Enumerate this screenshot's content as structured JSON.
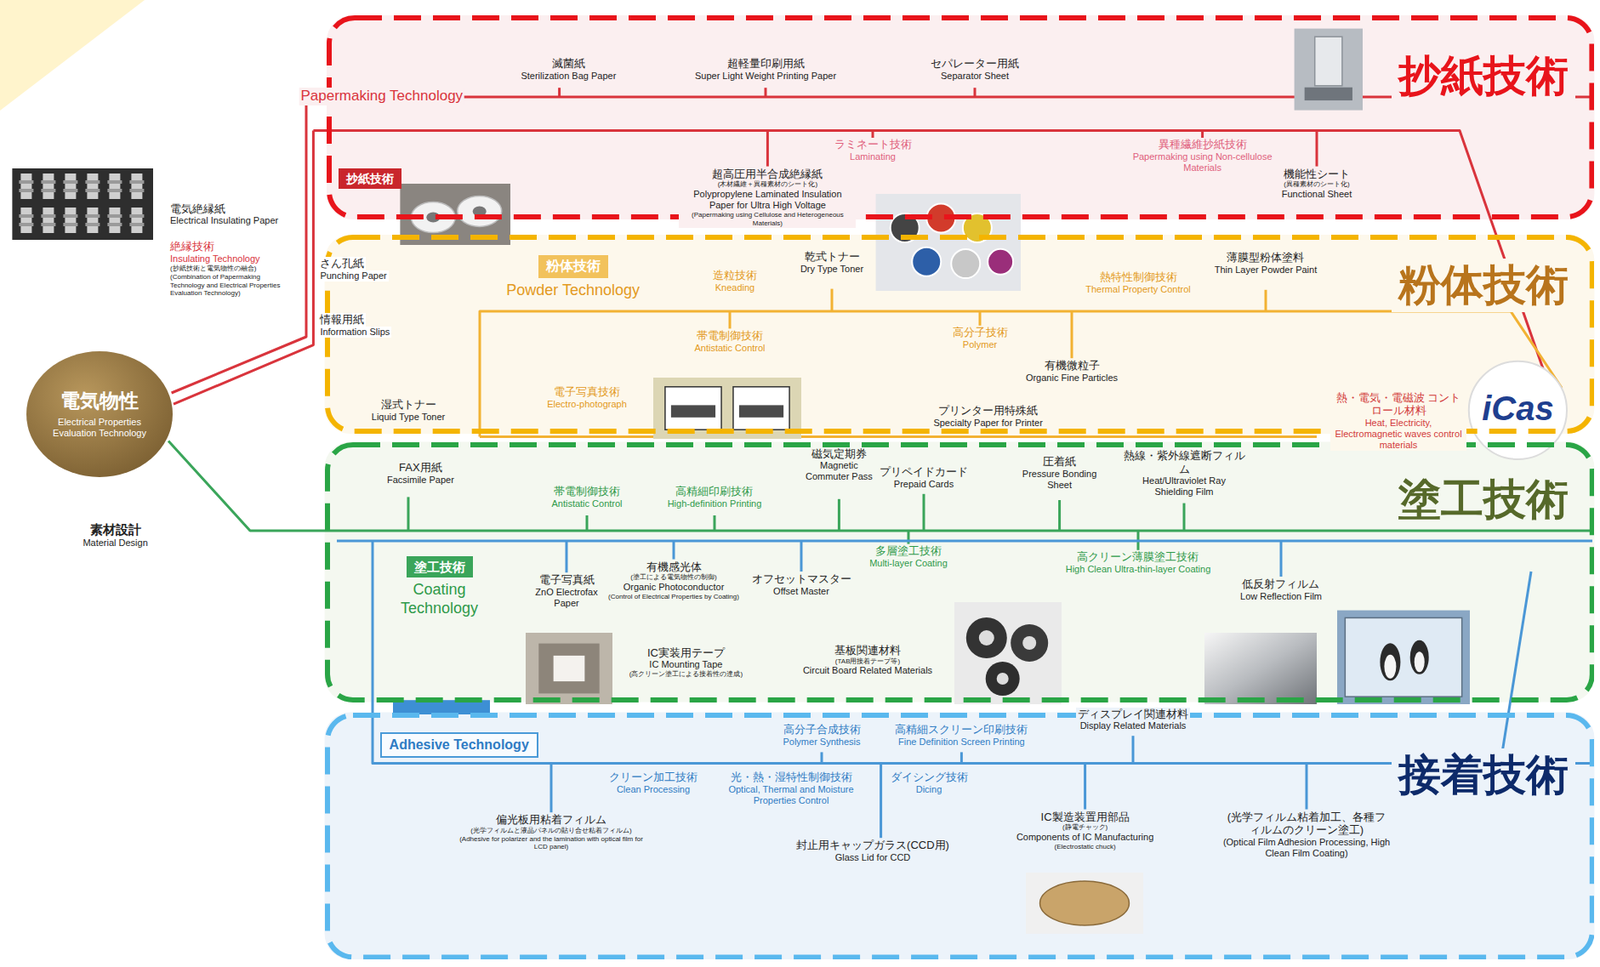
{
  "diagram": {
    "nodes": [
      {
        "text": [
          "抄紙技術"
        ]
      },
      {
        "text": [
          "抄紙技術"
        ],
        "in": 0
      },
      {
        "text": [
          "粉体技術"
        ]
      },
      {
        "text": [
          "粉体技術",
          "Powder Technology"
        ],
        "in": 2
      },
      {
        "text": [
          "塗工技術"
        ]
      },
      {
        "text": [
          "塗工技術",
          "Coating Technology"
        ],
        "in": 4
      },
      {
        "text": [
          "接着技術"
        ]
      },
      {
        "text": [
          "Adhesive Technology"
        ],
        "in": 6
      },
      {
        "text": [
          "電気物性",
          "Electrical Properties Evaluation Technology"
        ]
      }
    ],
    "labels": [
      "滅菌紙",
      "Sterilization Bag Paper",
      "超軽量印刷用紙",
      "Super Light Weight Printing Paper",
      "セパレーター用紙",
      "Separator Sheet",
      "Papermaking Technology",
      "ラミネート技術",
      "Laminating",
      "異種繊維抄紙技術",
      "Papermaking using Non-cellulose Materials",
      "超高圧用半合成絶縁紙",
      "(木材繊維＋異種素材のシート化)",
      "Polypropylene Laminated Insulation Paper for Ultra High Voltage",
      "(Papermaking using Cellulose and Heterogeneous Materials)",
      "機能性シート",
      "(異種素材のシート化)",
      "Functional Sheet",
      "電気絶縁紙",
      "Electrical Insulating Paper",
      "絶縁技術",
      "Insulating Technology",
      "(抄紙技術と電気物性の融合)",
      "(Combination of Papermaking Technology and Electrical Properties Evaluation Technology)",
      "さん孔紙",
      "Punching Paper",
      "情報用紙",
      "Information Slips",
      "素材設計",
      "Material Design",
      "造粒技術",
      "Kneading",
      "乾式トナー",
      "Dry Type Toner",
      "熱特性制御技術",
      "Thermal Property Control",
      "薄膜型粉体塗料",
      "Thin Layer Powder Paint",
      "帯電制御技術",
      "Antistatic Control",
      "高分子技術",
      "Polymer",
      "有機微粒子",
      "Organic Fine Particles",
      "電子写真技術",
      "Electro-photograph",
      "湿式トナー",
      "Liquid Type Toner",
      "プリンター用特殊紙",
      "Specialty Paper for Printer",
      "熱・電気・電磁波 コントロール材料",
      "Heat, Electricity, Electromagnetic waves control materials",
      "iCas",
      "FAX用紙",
      "Facsimile Paper",
      "磁気定期券",
      "Magnetic Commuter Pass",
      "プリペイドカード",
      "Prepaid Cards",
      "圧着紙",
      "Pressure Bonding Sheet",
      "熱線・紫外線遮断フィルム",
      "Heat/Ultraviolet Ray Shielding Film",
      "帯電制御技術",
      "Antistatic Control",
      "高精細印刷技術",
      "High-definition Printing",
      "多層塗工技術",
      "Multi-layer Coating",
      "高クリーン薄膜塗工技術",
      "High Clean Ultra-thin-layer Coating",
      "電子写真紙",
      "ZnO Electrofax Paper",
      "有機感光体",
      "(塗工による電気物性の制御)",
      "Organic Photoconductor",
      "(Control of Electrical Properties by Coating)",
      "オフセットマスター",
      "Offset Master",
      "低反射フィルム",
      "Low Reflection Film",
      "IC実装用テープ",
      "IC Mounting Tape",
      "(高クリーン塗工による接着性の達成)",
      "基板関連材料",
      "(TAB用接着テープ等)",
      "Circuit Board Related Materials",
      "ディスプレイ関連材料",
      "Display Related Materials",
      "高分子合成技術",
      "Polymer Synthesis",
      "高精細スクリーン印刷技術",
      "Fine Definition Screen Printing",
      "クリーン加工技術",
      "Clean Processing",
      "光・熱・湿特性制御技術",
      "Optical, Thermal and Moisture Properties Control",
      "ダイシング技術",
      "Dicing",
      "偏光板用粘着フィルム",
      "(光学フィルムと液晶パネルの貼り合せ粘着フィルム)",
      "(Adhesive for polarizer and the lamination with optical film for LCD panel)",
      "封止用キャップガラス(CCD用)",
      "Glass Lid for CCD",
      "IC製造装置用部品",
      "(静電チャック)",
      "Components of IC Manufacturing",
      "(Electrostatic chuck)",
      "(光学フィルム粘着加工、各種フィルムのクリーン塗工)",
      "(Optical Film Adhesion Processing, High Clean Film Coating)"
    ]
  }
}
